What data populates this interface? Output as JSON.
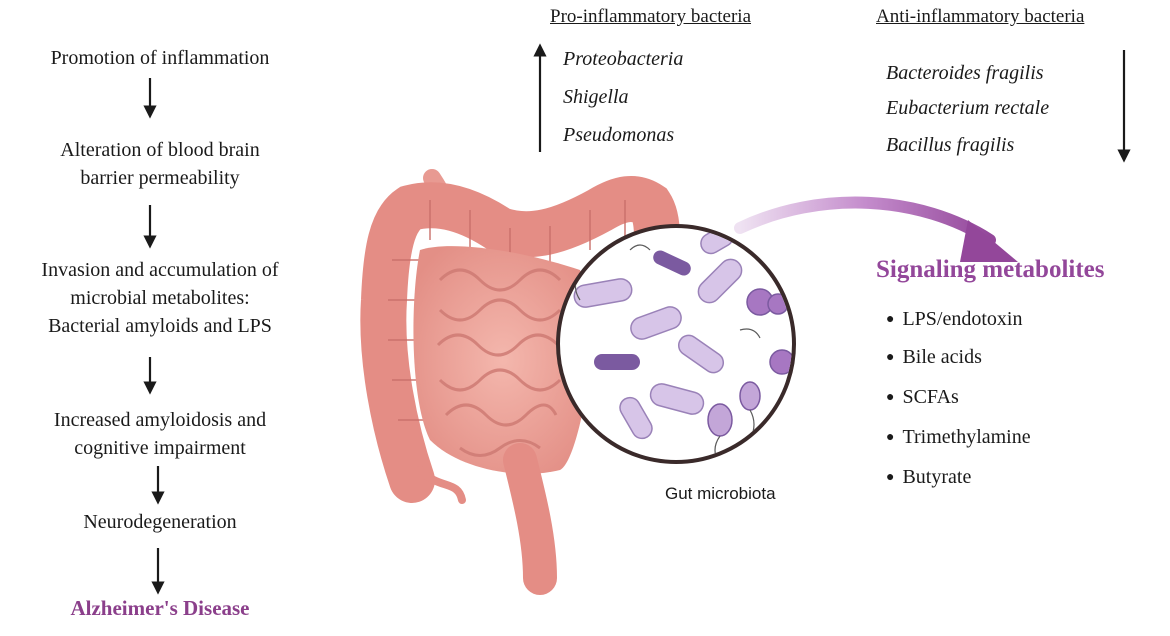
{
  "cascade": {
    "steps": [
      "Promotion of inflammation",
      "Alteration of blood brain barrier permeability",
      "Invasion and accumulation of microbial metabolites: Bacterial amyloids and LPS",
      "Increased amyloidosis and cognitive impairment",
      "Neurodegeneration"
    ],
    "step_lines": [
      [
        "Promotion of inflammation"
      ],
      [
        "Alteration of blood brain",
        "barrier permeability"
      ],
      [
        "Invasion and accumulation of",
        "microbial metabolites:",
        "Bacterial amyloids and LPS"
      ],
      [
        "Increased amyloidosis and",
        "cognitive impairment"
      ],
      [
        "Neurodegeneration"
      ]
    ],
    "outcome": "Alzheimer's Disease"
  },
  "pro_inflammatory": {
    "header": "Pro-inflammatory bacteria",
    "items": [
      "Proteobacteria",
      "Shigella",
      "Pseudomonas"
    ],
    "trend": "increase"
  },
  "anti_inflammatory": {
    "header": "Anti-inflammatory bacteria",
    "items": [
      "Bacteroides fragilis",
      "Eubacterium rectale",
      "Bacillus fragilis"
    ],
    "trend": "decrease"
  },
  "metabolites": {
    "title": "Signaling metabolites",
    "items": [
      "LPS/endotoxin",
      "Bile acids",
      "SCFAs",
      "Trimethylamine",
      "Butyrate"
    ]
  },
  "gut_caption": "Gut microbiota",
  "colors": {
    "accent_purple": "#93479a",
    "intestine": "#e0918a",
    "bacteria_light": "#c9b3dd",
    "bacteria_dark": "#7b5aa0"
  }
}
